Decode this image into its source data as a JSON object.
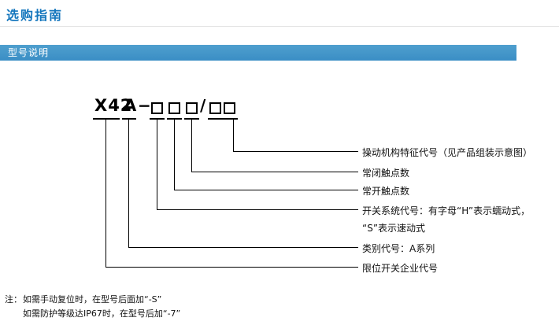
{
  "page": {
    "title": "选购指南",
    "section_header": "型号说明"
  },
  "model": {
    "prefix": "X42",
    "series_letter": "A",
    "separator": "−",
    "slash": "/",
    "digit_boxes": {
      "before_slash": 3,
      "after_slash": 2
    }
  },
  "labels": [
    {
      "text": "操动机构特征代号（见产品组装示意图）"
    },
    {
      "text": "常闭触点数"
    },
    {
      "text": "常开触点数"
    },
    {
      "text": "开关系统代号：有字母“H”表示蠕动式，",
      "text2": "“S”表示速动式"
    },
    {
      "text": "类别代号：A系列"
    },
    {
      "text": "限位开关企业代号"
    }
  ],
  "notes": {
    "prefix": "注：",
    "line1": "如需手动复位时，在型号后面加“-S”",
    "line2": "如需防护等级达IP67时，在型号后加“-7”"
  },
  "colors": {
    "title_blue": "#1476bd",
    "header_bar_blue": "#3a8ec5"
  }
}
